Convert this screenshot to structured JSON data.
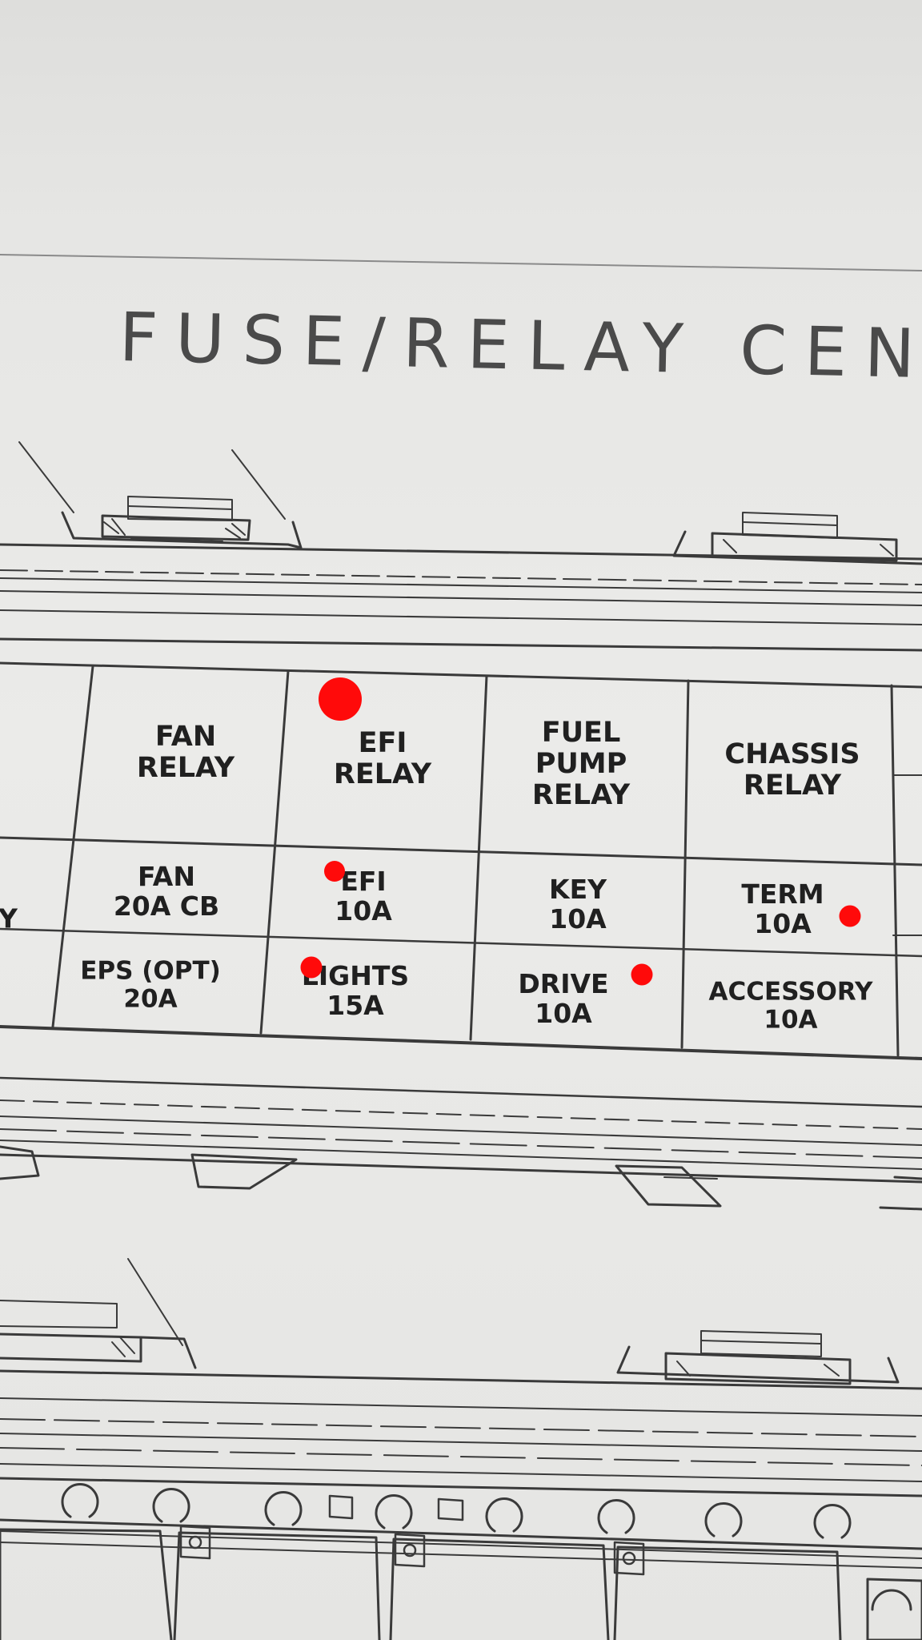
{
  "title": "FUSE/RELAY CENTE",
  "edge_fragment": "Y",
  "relays": [
    {
      "line1": "FAN",
      "line2": "RELAY",
      "line3": ""
    },
    {
      "line1": "EFI",
      "line2": "RELAY",
      "line3": ""
    },
    {
      "line1": "FUEL",
      "line2": "PUMP",
      "line3": "RELAY"
    },
    {
      "line1": "CHASSIS",
      "line2": "RELAY",
      "line3": ""
    }
  ],
  "fuses_row1": [
    {
      "name": "FAN",
      "rating": "20A CB"
    },
    {
      "name": "EFI",
      "rating": "10A"
    },
    {
      "name": "KEY",
      "rating": "10A"
    },
    {
      "name": "TERM",
      "rating": "10A"
    }
  ],
  "fuses_row2": [
    {
      "name": "EPS (OPT)",
      "rating": "20A"
    },
    {
      "name": "LIGHTS",
      "rating": "15A"
    },
    {
      "name": "DRIVE",
      "rating": "10A"
    },
    {
      "name": "ACCESSORY",
      "rating": "10A"
    }
  ],
  "marker_color": "#ff0a0a"
}
